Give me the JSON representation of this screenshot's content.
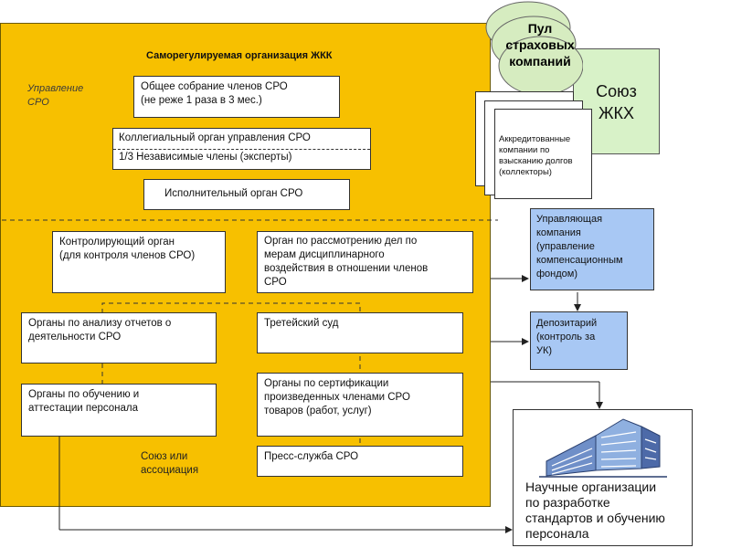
{
  "sro_title": "Саморегулируемая организация ЖКК",
  "management_label": [
    "Управление",
    "СРО"
  ],
  "general_meeting": [
    "Общее собрание членов СРО",
    "(не реже 1 раза в 3 мес.)"
  ],
  "collegial_body": "Коллегиальный орган управления СРО",
  "independent_members": "1/3 Независимые члены (эксперты)",
  "executive_body": "Исполнительный орган  СРО",
  "control_body": [
    "Контролирующий орган",
    "(для контроля членов СРО)"
  ],
  "disciplinary_body": [
    "Орган по рассмотрению дел по",
    "мерам дисциплинарного",
    "воздействия в отношении  членов",
    "СРО"
  ],
  "report_analysis": [
    "Органы по анализу отчетов о",
    "деятельности СРО"
  ],
  "arbitration": "Третейский суд",
  "training": [
    "Органы по обучению и",
    "аттестации персонала"
  ],
  "certification": [
    "Органы по сертификации",
    "произведенных членами СРО",
    "товаров (работ, услуг)"
  ],
  "union_label": [
    "Союз или",
    "ассоциация"
  ],
  "press_service": "Пресс-служба СРО",
  "insurance_pool": [
    "Пул",
    "страховых",
    "компаний"
  ],
  "zhkh_union": [
    "Союз",
    "ЖКХ"
  ],
  "collectors": [
    "Аккредитованные",
    "компании по",
    "взысканию долгов",
    "(коллекторы)"
  ],
  "management_company": [
    "Управляющая",
    "компания",
    "(управление",
    "компенсационным",
    "фондом)"
  ],
  "depositary": [
    "Депозитарий",
    "(контроль за",
    "УК)"
  ],
  "research_orgs": [
    "Научные организации",
    "по разработке",
    "стандартов и обучению",
    "персонала"
  ],
  "colors": {
    "sro_background": "#f7c000",
    "blue_box": "#a8c8f4",
    "green_box": "#d8f2c8",
    "ellipse": "#d6ecc0"
  }
}
